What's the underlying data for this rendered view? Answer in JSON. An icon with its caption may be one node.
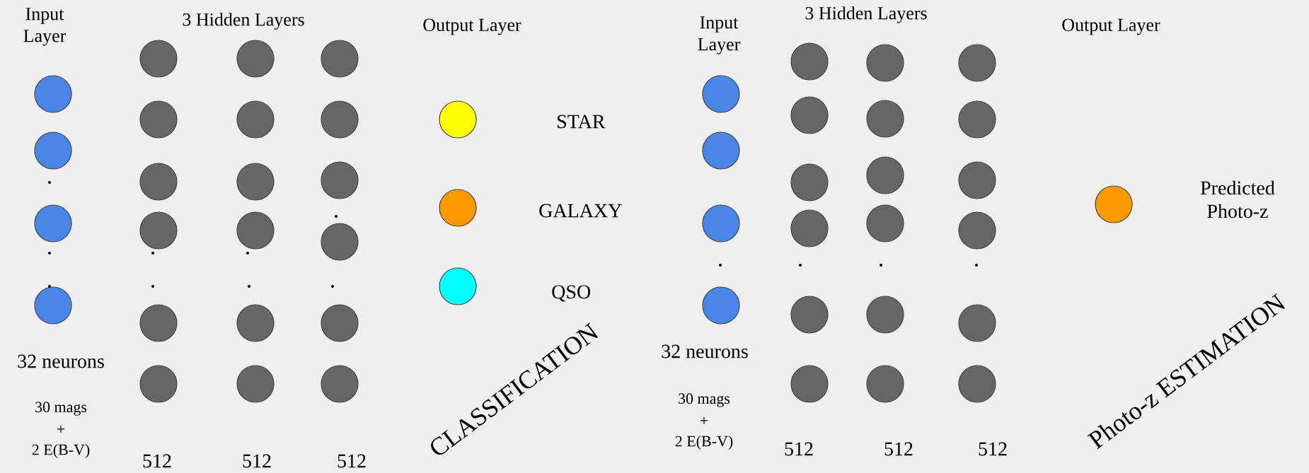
{
  "diagram": {
    "nodes": [
      {
        "text": [],
        "shape": "circle"
      },
      {
        "text": [],
        "shape": "circle"
      },
      {
        "text": [],
        "shape": "circle"
      },
      {
        "text": [],
        "shape": "circle"
      },
      {
        "text": [],
        "shape": "circle"
      },
      {
        "text": [],
        "shape": "circle"
      },
      {
        "text": [],
        "shape": "circle"
      },
      {
        "text": [],
        "shape": "circle"
      },
      {
        "text": [],
        "shape": "circle"
      },
      {
        "text": [],
        "shape": "circle"
      },
      {
        "text": [],
        "shape": "circle"
      },
      {
        "text": [],
        "shape": "circle"
      },
      {
        "text": [],
        "shape": "circle"
      },
      {
        "text": [],
        "shape": "circle"
      },
      {
        "text": [],
        "shape": "circle"
      },
      {
        "text": [],
        "shape": "circle"
      },
      {
        "text": [],
        "shape": "circle"
      },
      {
        "text": [],
        "shape": "circle"
      },
      {
        "text": [],
        "shape": "circle"
      },
      {
        "text": [],
        "shape": "circle"
      },
      {
        "text": [],
        "shape": "circle"
      },
      {
        "text": [],
        "shape": "circle"
      },
      {
        "text": [],
        "shape": "circle"
      },
      {
        "text": [],
        "shape": "circle"
      },
      {
        "text": [],
        "shape": "circle"
      },
      {
        "text": [],
        "shape": "circle"
      },
      {
        "text": [],
        "shape": "circle"
      },
      {
        "text": [],
        "shape": "circle"
      },
      {
        "text": [],
        "shape": "circle"
      },
      {
        "text": [],
        "shape": "circle"
      },
      {
        "text": [],
        "shape": "circle"
      },
      {
        "text": [],
        "shape": "circle"
      },
      {
        "text": [],
        "shape": "circle"
      },
      {
        "text": [],
        "shape": "circle"
      },
      {
        "text": [],
        "shape": "circle"
      },
      {
        "text": [],
        "shape": "circle"
      },
      {
        "text": [],
        "shape": "circle"
      },
      {
        "text": [],
        "shape": "circle"
      },
      {
        "text": [],
        "shape": "circle"
      },
      {
        "text": [],
        "shape": "circle"
      },
      {
        "text": [],
        "shape": "circle"
      },
      {
        "text": [],
        "shape": "circle"
      },
      {
        "text": [],
        "shape": "circle"
      },
      {
        "text": [],
        "shape": "circle"
      },
      {
        "text": [],
        "shape": "circle"
      },
      {
        "text": [],
        "shape": "circle"
      },
      {
        "text": [],
        "shape": "circle"
      },
      {
        "text": [],
        "shape": "circle"
      }
    ],
    "labels": [
      "Input Layer",
      "3 Hidden Layers",
      "Output Layer",
      "STAR",
      "GALAXY",
      "QSO",
      "32 neurons",
      "30  mags",
      "+",
      "2 E(B-V)",
      "512",
      "512",
      "512",
      "CLASSIFICATION",
      "Input Layer",
      "3 Hidden Layers",
      "Output Layer",
      "Predicted Photo-z",
      "32 neurons",
      "30  mags",
      "+",
      "2 E(B-V)",
      "512",
      "512",
      "512",
      "Photo-z ESTIMATION"
    ]
  }
}
